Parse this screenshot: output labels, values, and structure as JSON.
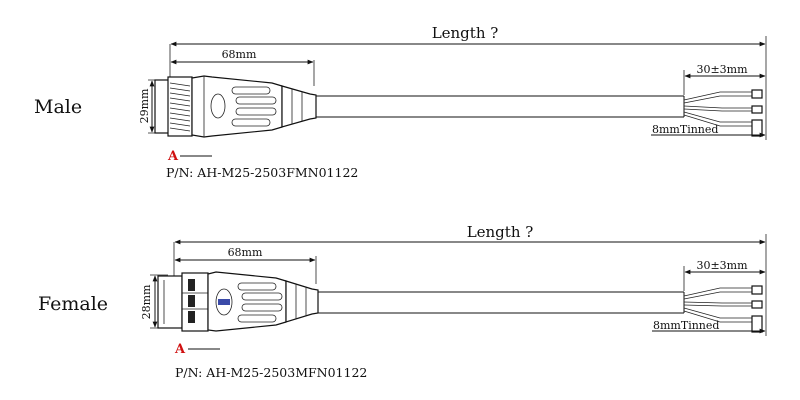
{
  "male": {
    "label": "Male",
    "length_label": "Length ?",
    "connector_length": "68mm",
    "diameter": "29mm",
    "strip_length": "30±3mm",
    "tinned": "8mmTinned",
    "marker": "A",
    "part_number": "P/N: AH-M25-2503FMN01122"
  },
  "female": {
    "label": "Female",
    "length_label": "Length ?",
    "connector_length": "68mm",
    "diameter": "28mm",
    "strip_length": "30±3mm",
    "tinned": "8mmTinned",
    "marker": "A",
    "part_number": "P/N: AH-M25-2503MFN01122"
  }
}
